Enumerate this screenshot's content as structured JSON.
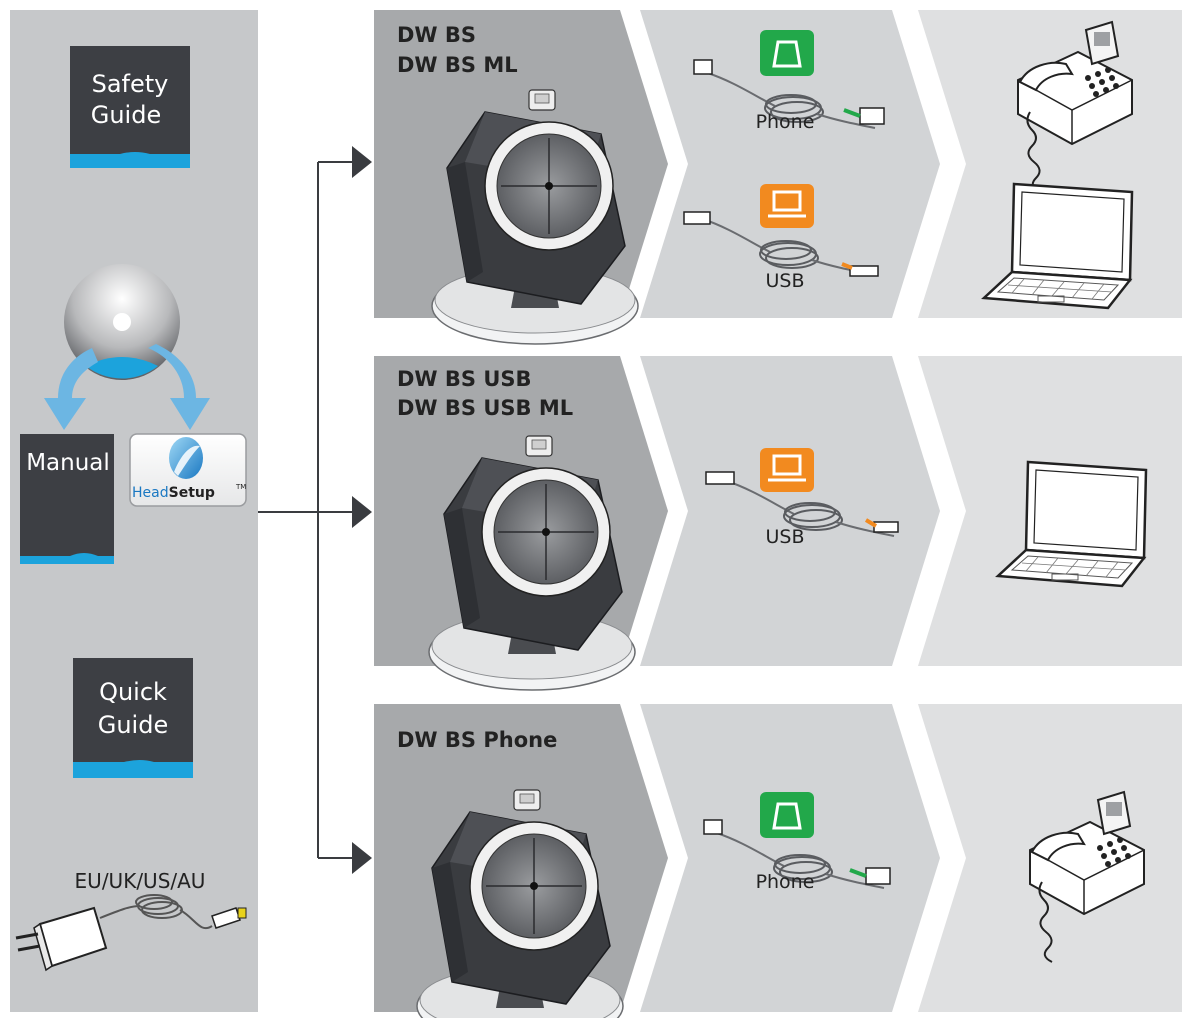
{
  "left_panel": {
    "safety_guide_line1": "Safety",
    "safety_guide_line2": "Guide",
    "manual_label": "Manual",
    "headsetup_head": "Head",
    "headsetup_setup": "Setup",
    "headsetup_tm": "TM",
    "quick_guide_line1": "Quick",
    "quick_guide_line2": "Guide",
    "power_regions": "EU/UK/US/AU"
  },
  "rows": [
    {
      "station_line1": "DW BS",
      "station_line2": "DW BS ML",
      "cables": [
        {
          "label": "Phone",
          "icon": "phone-icon",
          "color": "#22a84a"
        },
        {
          "label": "USB",
          "icon": "laptop-icon",
          "color": "#f28a1f"
        }
      ],
      "devices": [
        "desk-phone",
        "laptop"
      ]
    },
    {
      "station_line1": "DW BS USB",
      "station_line2": "DW BS USB ML",
      "cables": [
        {
          "label": "USB",
          "icon": "laptop-icon",
          "color": "#f28a1f"
        }
      ],
      "devices": [
        "laptop"
      ]
    },
    {
      "station_line1": "DW BS Phone",
      "station_line2": "",
      "cables": [
        {
          "label": "Phone",
          "icon": "phone-icon",
          "color": "#22a84a"
        }
      ],
      "devices": [
        "desk-phone"
      ]
    }
  ],
  "colors": {
    "panel_gray": "#c6c8ca",
    "station_gray": "#a7a9ab",
    "cable_gray": "#d2d4d6",
    "device_gray": "#dfe0e1",
    "book_dark": "#3d3f44",
    "accent_blue": "#1ca3dc",
    "arrow_blue": "#6cb6e3",
    "phone_green": "#22a84a",
    "usb_orange": "#f28a1f"
  }
}
